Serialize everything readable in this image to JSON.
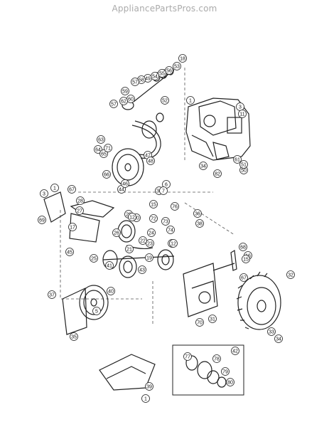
{
  "watermark": "AppliancePartsPros.com",
  "callouts": [
    {
      "label": "18"
    },
    {
      "label": "53"
    },
    {
      "label": "56"
    },
    {
      "label": "55"
    },
    {
      "label": "54"
    },
    {
      "label": "49"
    },
    {
      "label": "58"
    },
    {
      "label": "57"
    },
    {
      "label": "59"
    },
    {
      "label": "60"
    },
    {
      "label": "62"
    },
    {
      "label": "57"
    },
    {
      "label": "1"
    },
    {
      "label": "3"
    },
    {
      "label": "11"
    },
    {
      "label": "61"
    },
    {
      "label": "50"
    },
    {
      "label": "51"
    },
    {
      "label": "52"
    },
    {
      "label": "82"
    },
    {
      "label": "34"
    },
    {
      "label": "63"
    },
    {
      "label": "64"
    },
    {
      "label": "65"
    },
    {
      "label": "71"
    },
    {
      "label": "47"
    },
    {
      "label": "48"
    },
    {
      "label": "44"
    },
    {
      "label": "46"
    },
    {
      "label": "66"
    },
    {
      "label": "1"
    },
    {
      "label": "67"
    },
    {
      "label": "3"
    },
    {
      "label": "28"
    },
    {
      "label": "27"
    },
    {
      "label": "69"
    },
    {
      "label": "17"
    },
    {
      "label": "45"
    },
    {
      "label": "6"
    },
    {
      "label": "30"
    },
    {
      "label": "7"
    },
    {
      "label": "29"
    },
    {
      "label": "10"
    },
    {
      "label": "15"
    },
    {
      "label": "76"
    },
    {
      "label": "36"
    },
    {
      "label": "38"
    },
    {
      "label": "72"
    },
    {
      "label": "73"
    },
    {
      "label": "74"
    },
    {
      "label": "12"
    },
    {
      "label": "20"
    },
    {
      "label": "24"
    },
    {
      "label": "23"
    },
    {
      "label": "26"
    },
    {
      "label": "22"
    },
    {
      "label": "21"
    },
    {
      "label": "25"
    },
    {
      "label": "41"
    },
    {
      "label": "19"
    },
    {
      "label": "43"
    },
    {
      "label": "12"
    },
    {
      "label": "68"
    },
    {
      "label": "16"
    },
    {
      "label": "15"
    },
    {
      "label": "67"
    },
    {
      "label": "37"
    },
    {
      "label": "40"
    },
    {
      "label": "70"
    },
    {
      "label": "31"
    },
    {
      "label": "32"
    },
    {
      "label": "33"
    },
    {
      "label": "34"
    },
    {
      "label": "35"
    },
    {
      "label": "5"
    },
    {
      "label": "39"
    },
    {
      "label": "1"
    },
    {
      "label": "77"
    },
    {
      "label": "78"
    },
    {
      "label": "79"
    },
    {
      "label": "80"
    },
    {
      "label": "42"
    }
  ]
}
